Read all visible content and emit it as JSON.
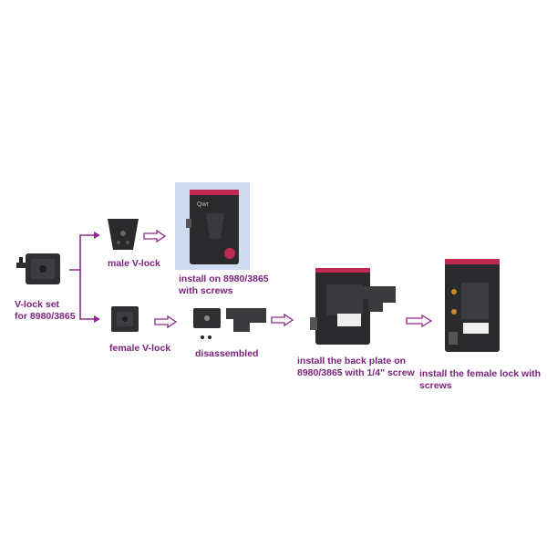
{
  "labels": {
    "vlock_set_line1": "V-lock set",
    "vlock_set_line2": "for 8980/3865",
    "male_vlock": "male V-lock",
    "female_vlock": "female V-lock",
    "install_on_line1": "install on 8980/3865",
    "install_on_line2": "with screws",
    "disassembled": "disassembled",
    "install_back_line1": "install the  back plate on",
    "install_back_line2": "8980/3865 with 1/4\" screw",
    "install_female": "install the female lock with screws"
  },
  "colors": {
    "label": "#7a1f7e",
    "arrow": "#8e2a8e",
    "device_body": "#2a2a2c",
    "device_top": "#c02a50",
    "photo_bg": "#cfdcf0"
  },
  "icons": {
    "device_logo": "Qwr"
  }
}
